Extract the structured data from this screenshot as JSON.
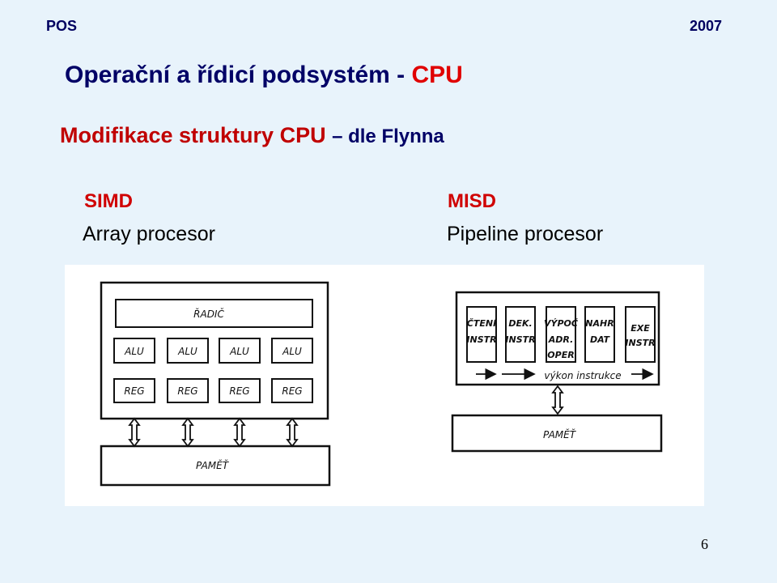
{
  "header": {
    "left": "POS",
    "right": "2007"
  },
  "title": {
    "main": "Operační a řídicí podsystém - ",
    "accent": "CPU"
  },
  "subtitle": {
    "main": "Modifikace struktury CPU ",
    "rest": "– dle Flynna"
  },
  "columns": [
    {
      "head": "SIMD",
      "sub": "Array procesor"
    },
    {
      "head": "MISD",
      "sub": "Pipeline procesor"
    }
  ],
  "simd": {
    "controller": "ŘADIČ",
    "alus": [
      "ALU",
      "ALU",
      "ALU",
      "ALU"
    ],
    "regs": [
      "REG",
      "REG",
      "REG",
      "REG"
    ],
    "memory": "PAMĚŤ"
  },
  "misd": {
    "stages": [
      {
        "lines": [
          "ČTENÍ",
          "INSTR"
        ]
      },
      {
        "lines": [
          "DEK.",
          "INSTR"
        ]
      },
      {
        "lines": [
          "VÝPOČ",
          "ADR.",
          "OPER"
        ]
      },
      {
        "lines": [
          "NAHR",
          "DAT"
        ]
      },
      {
        "lines": [
          "EXE",
          "INSTR"
        ]
      }
    ],
    "flow_label": "výkon instrukce",
    "memory": "PAMĚŤ"
  },
  "page_number": "6"
}
